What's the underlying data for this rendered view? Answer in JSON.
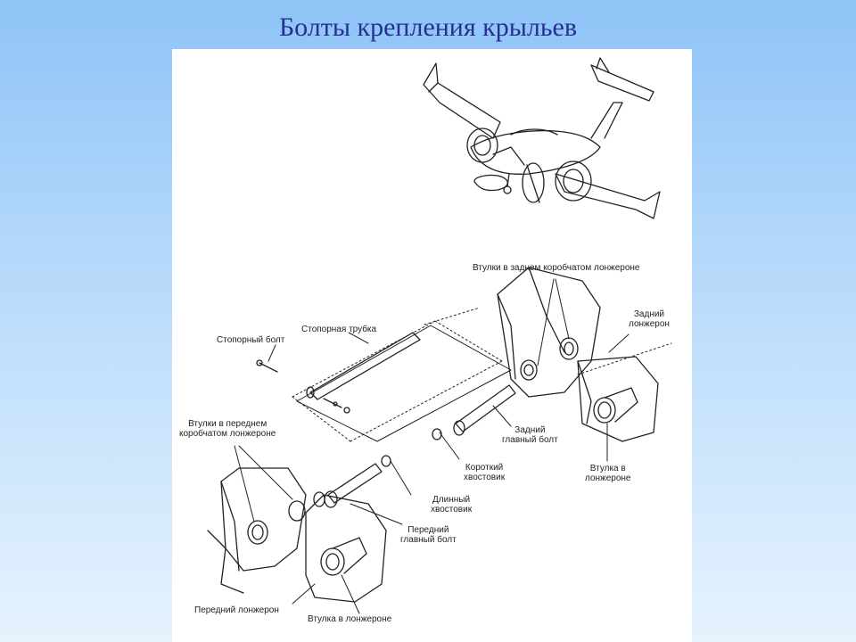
{
  "title": "Болты крепления крыльев",
  "callouts": {
    "rear_box_bushings": "Втулки в заднем коробчатом лонжероне",
    "rear_spar": "Задний\nлонжерон",
    "lock_pipe": "Стопорная трубка",
    "lock_bolt": "Стопорный болт",
    "front_box_bushings": "Втулки в переднем\nкоробчатом лонжероне",
    "rear_main_bolt": "Задний\nглавный болт",
    "spar_bushing_right": "Втулка в\nлонжероне",
    "short_shank": "Короткий\nхвостовик",
    "long_shank": "Длинный\nхвостовик",
    "front_main_bolt": "Передний\nглавный болт",
    "front_spar": "Передний лонжерон",
    "spar_bushing_bottom": "Втулка в лонжероне"
  }
}
